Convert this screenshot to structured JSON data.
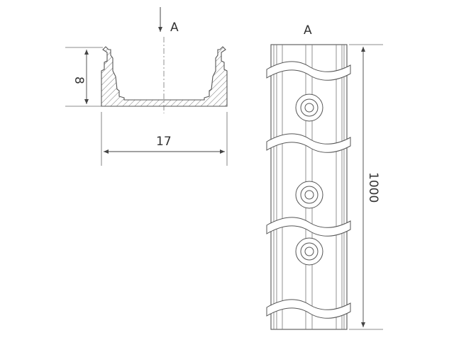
{
  "section_view": {
    "arrow_label": "A",
    "height_dim": "8",
    "width_dim": "17"
  },
  "top_view": {
    "view_label": "A",
    "length_dim": "1000",
    "mounting_holes": 3
  },
  "colors": {
    "line": "#555555",
    "text": "#333333",
    "background": "#ffffff"
  }
}
